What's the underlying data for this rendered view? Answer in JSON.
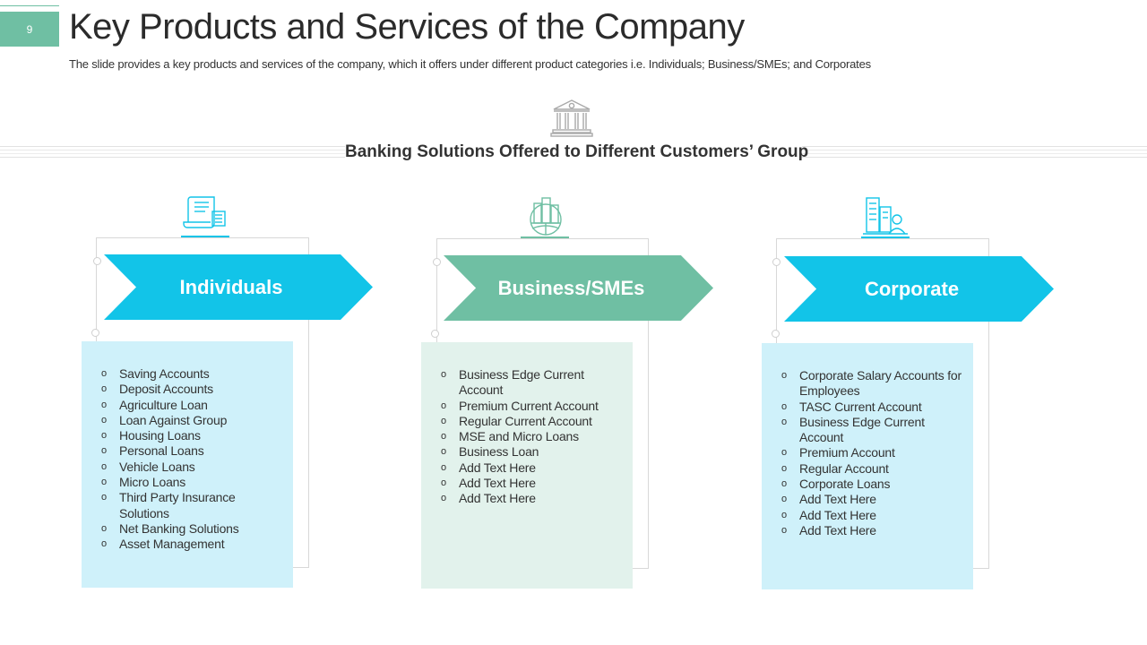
{
  "slide": {
    "number": "9",
    "title": "Key Products and Services of the Company",
    "subtitle": "The slide provides a key products and services of the company, which it offers under different product categories i.e. Individuals; Business/SMEs; and Corporates"
  },
  "section": {
    "heading": "Banking Solutions Offered to Different Customers’ Group"
  },
  "colors": {
    "accent_green": "#6fbfa3",
    "accent_blue": "#12c4e8",
    "light_blue": "#cff1fa",
    "light_green": "#e2f2ec"
  },
  "categories": [
    {
      "label": "Individuals",
      "icon": "document-icon",
      "items": [
        "Saving Accounts",
        "Deposit Accounts",
        "Agriculture Loan",
        "Loan Against Group",
        "Housing Loans",
        "Personal Loans",
        "Vehicle Loans",
        "Micro Loans",
        "Third Party Insurance Solutions",
        "Net Banking Solutions",
        "Asset Management"
      ]
    },
    {
      "label": "Business/SMEs",
      "icon": "city-globe-icon",
      "items": [
        "Business Edge Current Account",
        "Premium Current Account",
        "Regular Current Account",
        "MSE and Micro Loans",
        "Business Loan",
        "Add Text Here",
        "Add Text Here",
        "Add Text Here"
      ]
    },
    {
      "label": "Corporate",
      "icon": "office-building-icon",
      "items": [
        "Corporate Salary Accounts for Employees",
        "TASC Current Account",
        "Business Edge Current Account",
        "Premium Account",
        "Regular Account",
        "Corporate Loans",
        "Add Text Here",
        "Add Text Here",
        "Add Text Here"
      ]
    }
  ]
}
